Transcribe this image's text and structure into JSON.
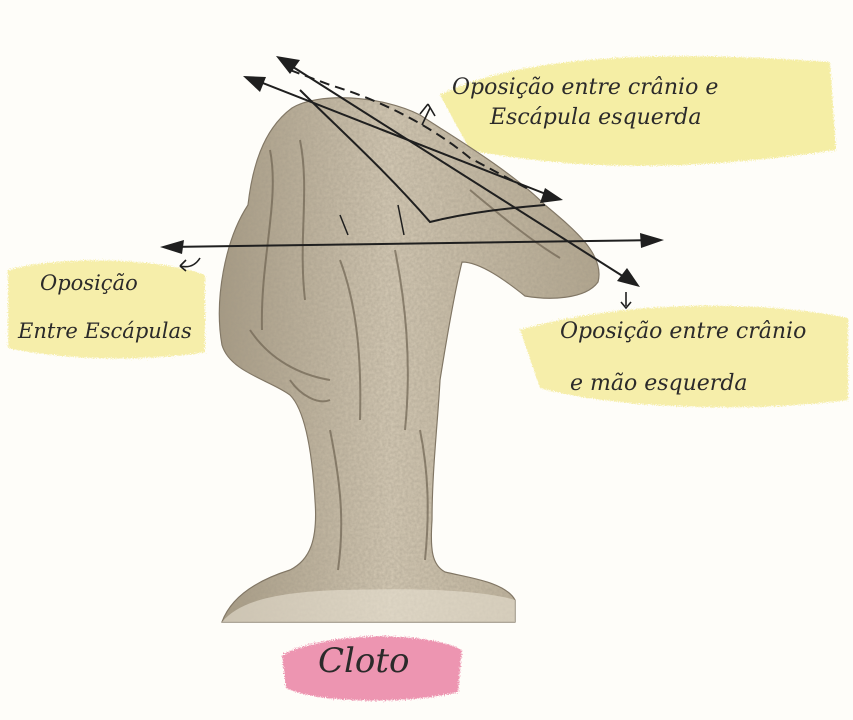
{
  "labels": {
    "top_right_line1": "Oposição entre crânio e",
    "top_right_line2": "Escápula esquerda",
    "left_line1": "Oposição",
    "left_line2": "Entre Escápulas",
    "right_line1": "Oposição entre crânio",
    "right_line2": "e mão esquerda",
    "title": "Cloto"
  },
  "colors": {
    "paper": "#fefdf9",
    "yellow_highlight": "#f3e98a",
    "pink_highlight": "#e8739a",
    "sculpture": "#c9bda6",
    "sculpture_shadow": "#8f836e",
    "ink": "#1f1f1f"
  }
}
